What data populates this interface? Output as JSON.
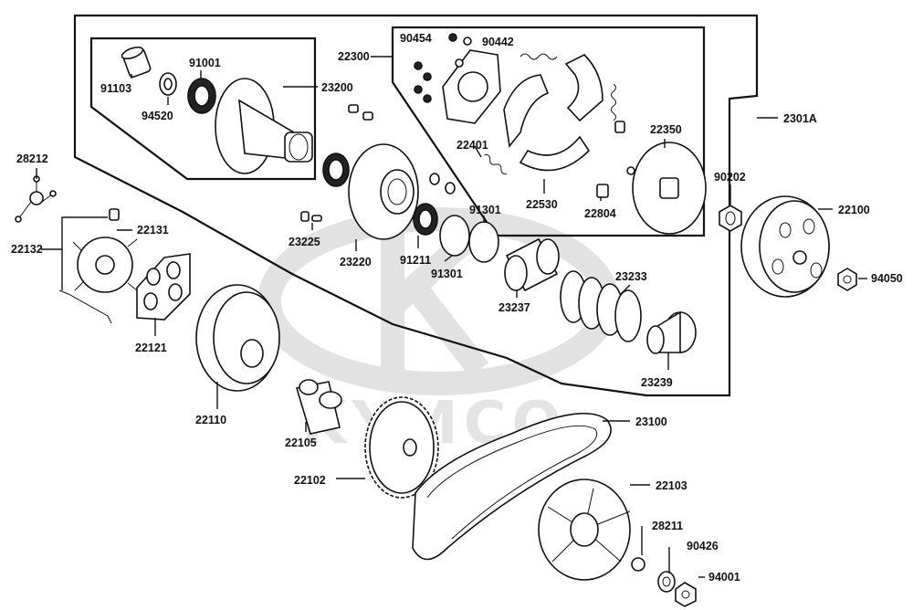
{
  "watermark": {
    "brand": "KYMCO"
  },
  "labels": {
    "p28212": "28212",
    "p22132": "22132",
    "p22131": "22131",
    "p22121": "22121",
    "p22110": "22110",
    "p22105": "22105",
    "p22102": "22102",
    "p23100": "23100",
    "p22103": "22103",
    "p28211": "28211",
    "p90426": "90426",
    "p94001": "94001",
    "p91103": "91103",
    "p94520": "94520",
    "p91001": "91001",
    "p23200": "23200",
    "p23225": "23225",
    "p23220": "23220",
    "p91211": "91211",
    "p91301a": "91301",
    "p91301b": "91301",
    "p23237": "23237",
    "p23233": "23233",
    "p23239": "23239",
    "p22300": "22300",
    "p90454": "90454",
    "p90442": "90442",
    "p22401": "22401",
    "p22530": "22530",
    "p22804": "22804",
    "p22350": "22350",
    "p2301A": "2301A",
    "p90202": "90202",
    "p22100": "22100",
    "p94050": "94050"
  }
}
